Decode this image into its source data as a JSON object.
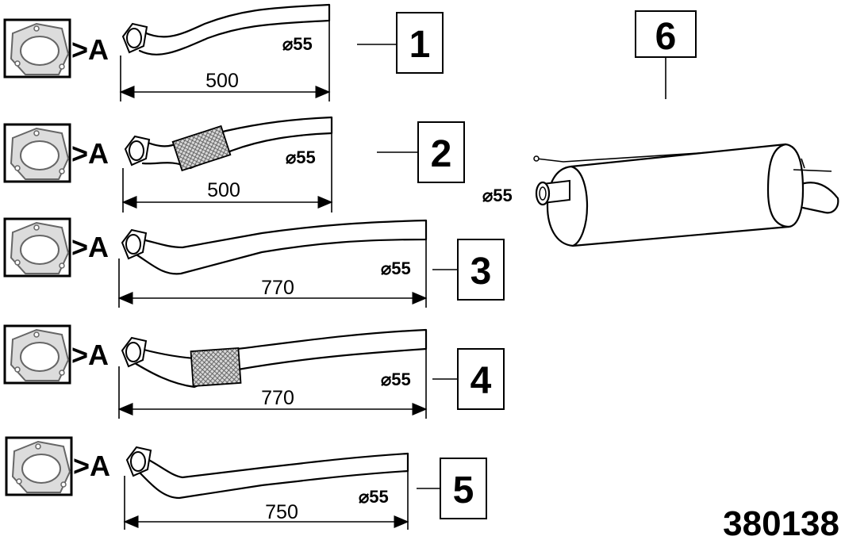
{
  "diagram_number": "380138",
  "gasket_suffix": ">A",
  "parts": [
    {
      "number": "1",
      "length": "500",
      "diameter": "⌀55"
    },
    {
      "number": "2",
      "length": "500",
      "diameter": "⌀55"
    },
    {
      "number": "3",
      "length": "770",
      "diameter": "⌀55"
    },
    {
      "number": "4",
      "length": "770",
      "diameter": "⌀55"
    },
    {
      "number": "5",
      "length": "750",
      "diameter": "⌀55"
    },
    {
      "number": "6",
      "diameter": "⌀55"
    }
  ],
  "icons": {
    "gasket": "three-bolt-flange-gasket-icon",
    "flex": "flex-bellows-section",
    "muffler": "rear-silencer"
  }
}
